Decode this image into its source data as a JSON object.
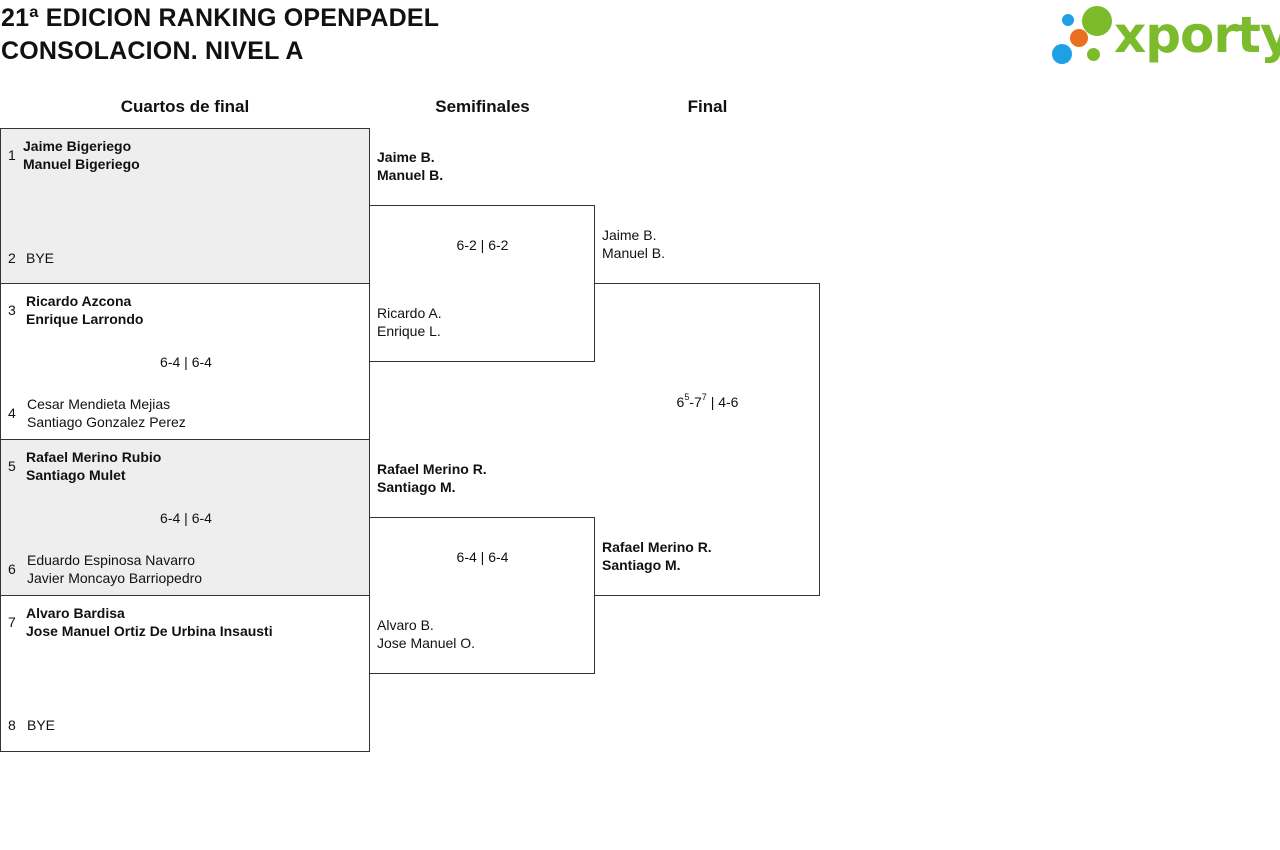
{
  "header": {
    "title_line1": "21ª EDICION RANKING OPENPADEL",
    "title_line2": "CONSOLACION. NIVEL A",
    "logo_text": "xporty",
    "logo_colors": {
      "green": "#7cbb2b",
      "blue": "#1ea0e6",
      "orange": "#e8701e"
    }
  },
  "rounds": {
    "quarterfinals": "Cuartos de final",
    "semifinals": "Semifinales",
    "final": "Final"
  },
  "quarterfinals": [
    {
      "top": {
        "seed": "1",
        "players": [
          "Jaime Bigeriego",
          "Manuel Bigeriego"
        ]
      },
      "bottom": {
        "seed": "2",
        "players": [
          "BYE"
        ]
      },
      "score": ""
    },
    {
      "top": {
        "seed": "3",
        "players": [
          "Ricardo Azcona",
          "Enrique Larrondo"
        ]
      },
      "bottom": {
        "seed": "4",
        "players": [
          "Cesar Mendieta Mejias",
          "Santiago Gonzalez Perez"
        ]
      },
      "score": "6-4 | 6-4"
    },
    {
      "top": {
        "seed": "5",
        "players": [
          "Rafael Merino Rubio",
          "Santiago Mulet"
        ]
      },
      "bottom": {
        "seed": "6",
        "players": [
          "Eduardo Espinosa Navarro",
          "Javier Moncayo Barriopedro"
        ]
      },
      "score": "6-4 | 6-4"
    },
    {
      "top": {
        "seed": "7",
        "players": [
          "Alvaro Bardisa",
          "Jose Manuel Ortiz De Urbina Insausti"
        ]
      },
      "bottom": {
        "seed": "8",
        "players": [
          "BYE"
        ]
      },
      "score": ""
    }
  ],
  "semifinals": [
    {
      "top": {
        "players": [
          "Jaime B.",
          "Manuel B."
        ]
      },
      "bottom": {
        "players": [
          "Ricardo A.",
          "Enrique L."
        ]
      },
      "score": "6-2 | 6-2"
    },
    {
      "top": {
        "players": [
          "Rafael Merino R.",
          "Santiago M."
        ]
      },
      "bottom": {
        "players": [
          "Alvaro B.",
          "Jose Manuel O."
        ]
      },
      "score": "6-4 | 6-4"
    }
  ],
  "final": {
    "top": {
      "players": [
        "Jaime B.",
        "Manuel B."
      ]
    },
    "bottom": {
      "players": [
        "Rafael Merino R.",
        "Santiago M."
      ]
    },
    "score_set1_a": "6",
    "score_set1_a_tb": "5",
    "score_set1_b": "-7",
    "score_set1_b_tb": "7",
    "score_rest": " | 4-6"
  }
}
